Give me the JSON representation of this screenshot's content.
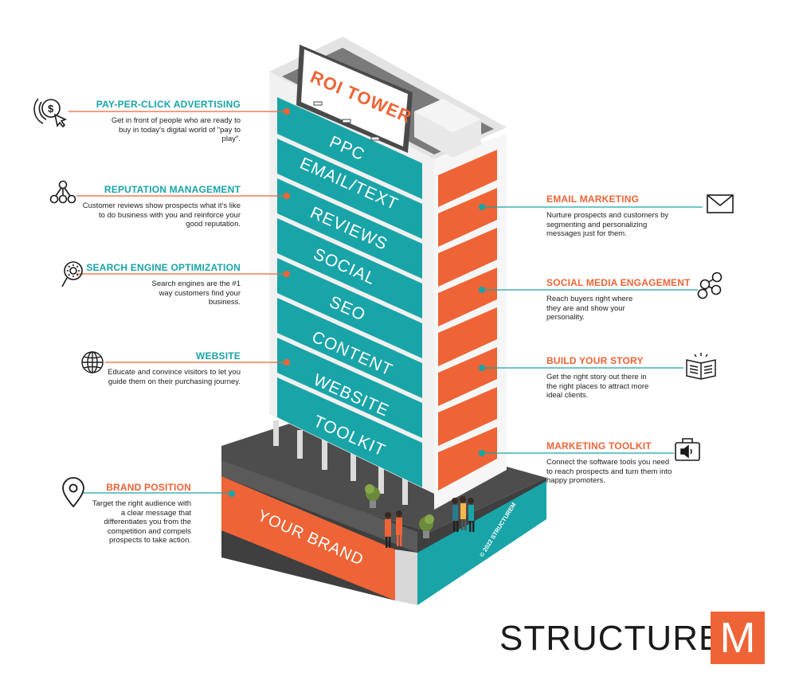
{
  "tower": {
    "sign": "ROI TOWER",
    "floors": [
      "PPC",
      "EMAIL/TEXT",
      "REVIEWS",
      "SOCIAL",
      "SEO",
      "CONTENT",
      "WEBSITE",
      "TOOLKIT"
    ],
    "base": "YOUR BRAND",
    "copyright": "© 2022 STRUCTUREM"
  },
  "left_items": [
    {
      "icon": "dollar-click-icon",
      "title": "PAY-PER-CLICK ADVERTISING",
      "desc": "Get in front of people who are ready to buy in today's digital world of \"pay to play\"."
    },
    {
      "icon": "network-icon",
      "title": "REPUTATION MANAGEMENT",
      "desc": "Customer reviews show prospects what it's like to do business with you and reinforce your good reputation."
    },
    {
      "icon": "search-gear-icon",
      "title": "SEARCH ENGINE OPTIMIZATION",
      "desc": "Search engines are the #1 way customers find your business."
    },
    {
      "icon": "globe-icon",
      "title": "WEBSITE",
      "desc": "Educate and convince visitors to let you guide them on their purchasing journey."
    },
    {
      "icon": "map-pin-icon",
      "title": "BRAND POSITION",
      "desc": "Target the right audience with a clear message that differentiates you from the competition and compels prospects to take action."
    }
  ],
  "right_items": [
    {
      "icon": "envelope-icon",
      "title": "EMAIL MARKETING",
      "desc": "Nurture prospects and customers by segmenting and personalizing messages just for them."
    },
    {
      "icon": "share-nodes-icon",
      "title": "SOCIAL MEDIA ENGAGEMENT",
      "desc": "Reach buyers right where they are and show your personality."
    },
    {
      "icon": "open-book-icon",
      "title": "BUILD YOUR STORY",
      "desc": "Get the right story out there in the right places to attract more ideal clients."
    },
    {
      "icon": "toolkit-icon",
      "title": "MARKETING TOOLKIT",
      "desc": "Connect the software tools you need to reach prospects and turn them into happy promoters."
    }
  ],
  "logo": {
    "word": "STRUCTURE",
    "mark": "M"
  },
  "colors": {
    "teal": "#19a4a8",
    "orange": "#ee6436",
    "dark_gray": "#4a4a4a",
    "light_gray": "#e6e6e6"
  }
}
